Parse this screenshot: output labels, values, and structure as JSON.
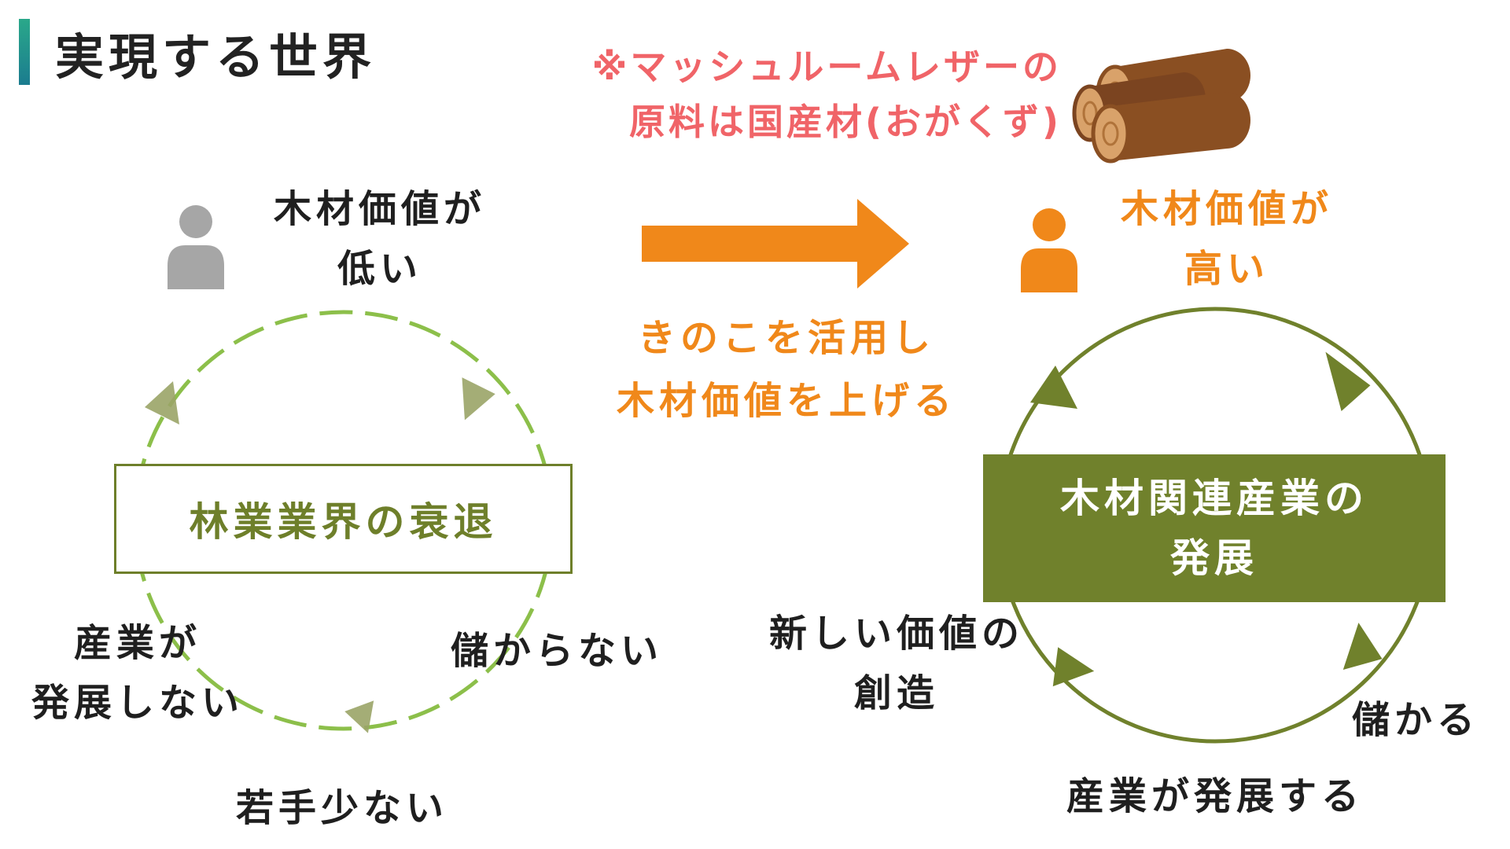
{
  "page": {
    "title": "実現する世界"
  },
  "note": {
    "line1": "※マッシュルームレザーの",
    "line2": "原料は国産材(おがくず)"
  },
  "left": {
    "value_line1": "木材価値が",
    "value_line2": "低い",
    "box_label": "林業業界の衰退",
    "cycle": {
      "item_right": "儲からない",
      "item_bottom": "若手少ない",
      "item_left_line1": "産業が",
      "item_left_line2": "発展しない"
    }
  },
  "center": {
    "line1": "きのこを活用し",
    "line2": "木材価値を上げる"
  },
  "right": {
    "value_line1": "木材価値が",
    "value_line2": "高い",
    "box_line1": "木材関連産業の",
    "box_line2": "発展",
    "cycle": {
      "item_left_line1": "新しい価値の",
      "item_left_line2": "創造",
      "item_right": "儲かる",
      "item_bottom": "産業が発展する"
    }
  },
  "icons": [
    "person-icon",
    "logs-icon",
    "right-arrow-icon"
  ],
  "colors": {
    "accent_orange": "#f0881a",
    "note_red": "#f06468",
    "olive": "#70812c",
    "dashed_green": "#8cbf4a",
    "gray_person": "#a6a6a6"
  }
}
